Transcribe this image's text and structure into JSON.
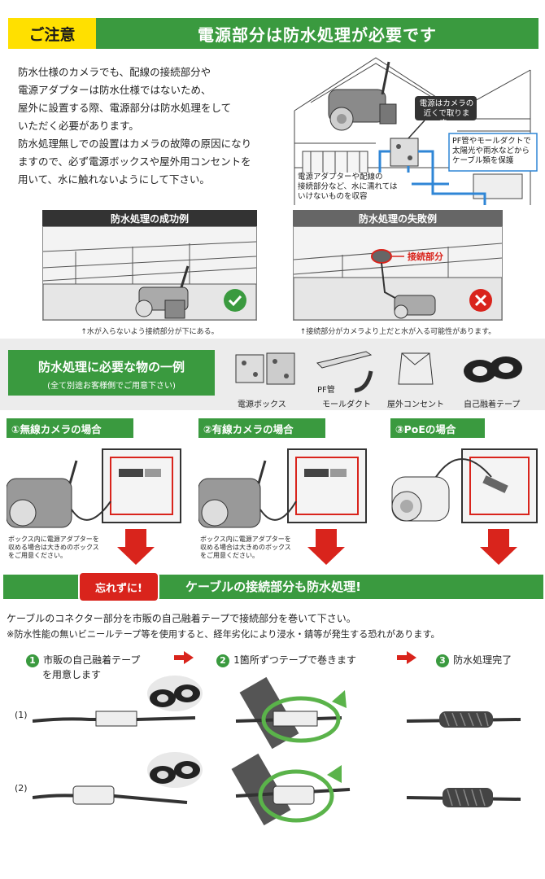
{
  "header": {
    "warning_label": "ご注意",
    "title": "電源部分は防水処理が必要です"
  },
  "intro": {
    "lines": [
      "防水仕様のカメラでも、配線の接続部分や",
      "電源アダプターは防水仕様ではないため、",
      "屋外に設置する際、電源部分は防水処理をして",
      "いただく必要があります。",
      "防水処理無しでの設置はカメラの故障の原因になり",
      "ますので、必ず電源ボックスや屋外用コンセントを",
      "用いて、水に触れないようにして下さい。"
    ]
  },
  "diagram": {
    "callout_top": [
      "電源はカメラの",
      "近くで取ります。"
    ],
    "callout_right": [
      "PF管やモールダクトで",
      "太陽光や雨水などから",
      "ケーブル類を保護"
    ],
    "callout_bottom": [
      "電源アダプターや配線の",
      "接続部分など、水に濡れては",
      "いけないものを収容"
    ]
  },
  "examples": {
    "success": {
      "title": "防水処理の成功例",
      "caption": "↑水が入らないよう接続部分が下にある。"
    },
    "failure": {
      "title": "防水処理の失敗例",
      "label": "接続部分",
      "caption": "↑接続部分がカメラより上だと水が入る可能性があります。"
    }
  },
  "items": {
    "title": "防水処理に必要な物の一例",
    "subtitle": "(全て別途お客様側でご用意下さい)",
    "list": [
      {
        "label": "電源ボックス"
      },
      {
        "label": "PF管",
        "label2": "モールダクト"
      },
      {
        "label": "屋外コンセント"
      },
      {
        "label": "自己融着テープ"
      }
    ]
  },
  "cases": [
    {
      "label": "①無線カメラの場合",
      "note": [
        "ボックス内に電源アダプターを",
        "収める場合は大きめのボックス",
        "をご用意ください。"
      ]
    },
    {
      "label": "②有線カメラの場合",
      "note": [
        "ボックス内に電源アダプターを",
        "収める場合は大きめのボックス",
        "をご用意ください。"
      ]
    },
    {
      "label": "③PoEの場合",
      "note": []
    }
  ],
  "banner": {
    "badge": "忘れずに!",
    "title": "ケーブルの接続部分も防水処理!"
  },
  "tape": {
    "line1": "ケーブルのコネクター部分を市販の自己融着テープで接続部分を巻いて下さい。",
    "line2": "※防水性能の無いビニールテープ等を使用すると、経年劣化により浸水・錆等が発生する恐れがあります。",
    "steps": [
      {
        "num": "1",
        "text": "市販の自己融着テープ",
        "text2": "を用意します"
      },
      {
        "num": "2",
        "text": "1箇所ずつテープで巻きます"
      },
      {
        "num": "3",
        "text": "防水処理完了"
      }
    ],
    "rows": [
      "(1)",
      "(2)"
    ]
  },
  "colors": {
    "green": "#3a9a3f",
    "yellow": "#ffe000",
    "red": "#d9241c",
    "blue": "#2f86d6"
  }
}
